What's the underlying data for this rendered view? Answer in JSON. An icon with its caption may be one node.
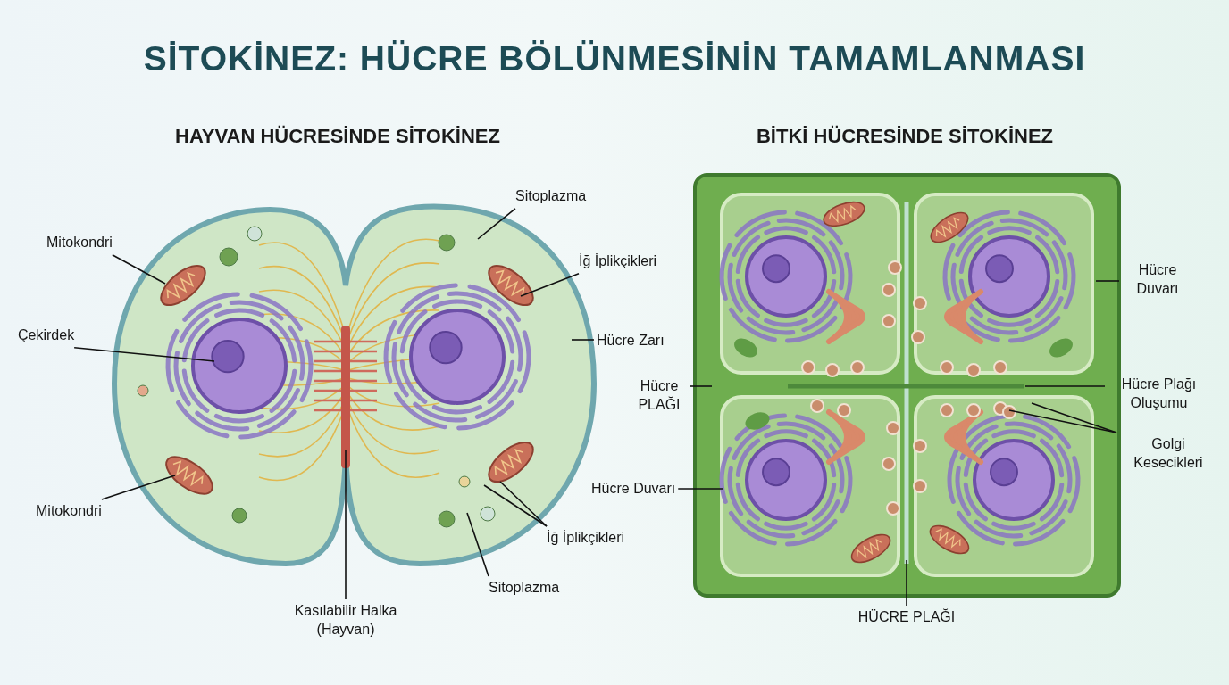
{
  "diagram": {
    "title": "SİTOKİNEZ: HÜCRE BÖLÜNMESİNİN TAMAMLANMASI",
    "nodes": [
      {
        "text": [
          "Mitokondri"
        ]
      },
      {
        "text": [
          "Çekirdek"
        ]
      },
      {
        "text": [
          "Mitokondri"
        ]
      },
      {
        "text": [
          "Sitoplazma"
        ]
      },
      {
        "text": [
          "İğ İplikçikleri"
        ]
      },
      {
        "text": [
          "Hücre Zarı"
        ]
      },
      {
        "text": [
          "İğ İplikçikleri"
        ]
      },
      {
        "text": [
          "Sitoplazma"
        ]
      },
      {
        "text": [
          "Kasılabilir Halka (Hayvan)"
        ]
      },
      {
        "text": [
          "Hücre Duvarı"
        ]
      },
      {
        "text": [
          "Hücre PLAĞI"
        ]
      },
      {
        "text": [
          "Hücre Plağı Oluşumu"
        ]
      },
      {
        "text": [
          "Golgi Kesecikleri"
        ]
      },
      {
        "text": [
          "Hücre Duvarı"
        ]
      },
      {
        "text": [
          "HÜCRE PLAĞI"
        ]
      }
    ],
    "edges": [
      {
        "from": 0,
        "to": null,
        "arrow": "none"
      },
      {
        "from": 1,
        "to": null,
        "arrow": "none"
      },
      {
        "from": 2,
        "to": null,
        "arrow": "none"
      },
      {
        "from": 3,
        "to": null,
        "arrow": "none"
      },
      {
        "from": 4,
        "to": null,
        "arrow": "none"
      },
      {
        "from": 5,
        "to": null,
        "arrow": "none"
      },
      {
        "from": 6,
        "to": null,
        "arrow": "none"
      },
      {
        "from": 6,
        "to": null,
        "arrow": "none"
      },
      {
        "from": 7,
        "to": null,
        "arrow": "none"
      },
      {
        "from": 8,
        "to": null,
        "arrow": "none"
      },
      {
        "from": 9,
        "to": null,
        "arrow": "none"
      },
      {
        "from": 10,
        "to": null,
        "arrow": "none"
      },
      {
        "from": 11,
        "to": null,
        "arrow": "none"
      },
      {
        "from": 12,
        "to": null,
        "arrow": "none"
      },
      {
        "from": 12,
        "to": null,
        "arrow": "none"
      },
      {
        "from": 13,
        "to": null,
        "arrow": "none"
      },
      {
        "from": 14,
        "to": null,
        "arrow": "none"
      }
    ],
    "labels": [
      "HAYVAN HÜCRESİNDE SİTOKİNEZ",
      "BİTKİ HÜCRESİNDE SİTOKİNEZ"
    ]
  }
}
